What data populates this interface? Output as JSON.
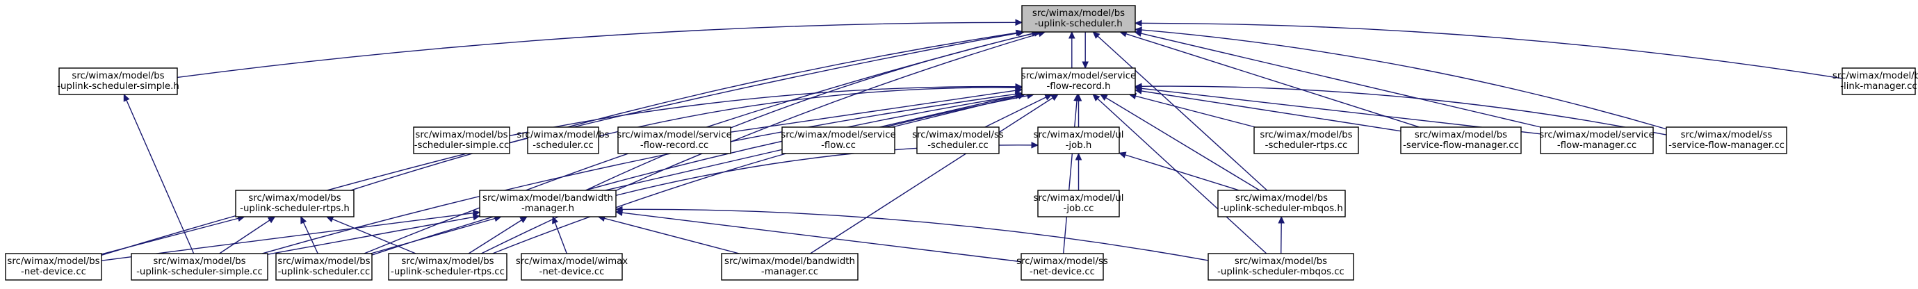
{
  "nodes": [
    {
      "id": "root",
      "lines": [
        "src/wimax/model/bs",
        "-uplink-scheduler.h"
      ],
      "root": true
    },
    {
      "id": "sfr",
      "lines": [
        "src/wimax/model/service",
        "-flow-record.h"
      ]
    },
    {
      "id": "simpleh",
      "lines": [
        "src/wimax/model/bs",
        "-uplink-scheduler-simple.h"
      ]
    },
    {
      "id": "linkmgr",
      "lines": [
        "src/wimax/model/bs",
        "-link-manager.cc"
      ]
    },
    {
      "id": "bssched_simple",
      "lines": [
        "src/wimax/model/bs",
        "-scheduler-simple.cc"
      ]
    },
    {
      "id": "bssched",
      "lines": [
        "src/wimax/model/bs",
        "-scheduler.cc"
      ]
    },
    {
      "id": "sfr_cc",
      "lines": [
        "src/wimax/model/service",
        "-flow-record.cc"
      ]
    },
    {
      "id": "sf_cc",
      "lines": [
        "src/wimax/model/service",
        "-flow.cc"
      ]
    },
    {
      "id": "ssched",
      "lines": [
        "src/wimax/model/ss",
        "-scheduler.cc"
      ]
    },
    {
      "id": "uljob_h",
      "lines": [
        "src/wimax/model/ul",
        "-job.h"
      ]
    },
    {
      "id": "rtps_cc_top",
      "lines": [
        "src/wimax/model/bs",
        "-scheduler-rtps.cc"
      ]
    },
    {
      "id": "bs_sfm",
      "lines": [
        "src/wimax/model/bs",
        "-service-flow-manager.cc"
      ]
    },
    {
      "id": "sfm",
      "lines": [
        "src/wimax/model/service",
        "-flow-manager.cc"
      ]
    },
    {
      "id": "ss_sfm",
      "lines": [
        "src/wimax/model/ss",
        "-service-flow-manager.cc"
      ]
    },
    {
      "id": "rtps_h",
      "lines": [
        "src/wimax/model/bs",
        "-uplink-scheduler-rtps.h"
      ]
    },
    {
      "id": "bw_h",
      "lines": [
        "src/wimax/model/bandwidth",
        "-manager.h"
      ]
    },
    {
      "id": "uljob_cc",
      "lines": [
        "src/wimax/model/ul",
        "-job.cc"
      ]
    },
    {
      "id": "mbqos_h",
      "lines": [
        "src/wimax/model/bs",
        "-uplink-scheduler-mbqos.h"
      ]
    },
    {
      "id": "bsnet",
      "lines": [
        "src/wimax/model/bs",
        "-net-device.cc"
      ]
    },
    {
      "id": "simple_cc",
      "lines": [
        "src/wimax/model/bs",
        "-uplink-scheduler-simple.cc"
      ]
    },
    {
      "id": "upsched_cc",
      "lines": [
        "src/wimax/model/bs",
        "-uplink-scheduler.cc"
      ]
    },
    {
      "id": "rtps_cc",
      "lines": [
        "src/wimax/model/bs",
        "-uplink-scheduler-rtps.cc"
      ]
    },
    {
      "id": "wimaxnet",
      "lines": [
        "src/wimax/model/wimax",
        "-net-device.cc"
      ]
    },
    {
      "id": "bw_cc",
      "lines": [
        "src/wimax/model/bandwidth",
        "-manager.cc"
      ]
    },
    {
      "id": "ssnet",
      "lines": [
        "src/wimax/model/ss",
        "-net-device.cc"
      ]
    },
    {
      "id": "mbqos_cc",
      "lines": [
        "src/wimax/model/bs",
        "-uplink-scheduler-mbqos.cc"
      ]
    }
  ],
  "edges": [
    [
      "sfr",
      "root"
    ],
    [
      "simpleh",
      "root"
    ],
    [
      "linkmgr",
      "root"
    ],
    [
      "rtps_h",
      "root"
    ],
    [
      "bw_h",
      "root"
    ],
    [
      "bs_sfm",
      "root"
    ],
    [
      "sfm",
      "root"
    ],
    [
      "ss_sfm",
      "root"
    ],
    [
      "mbqos_h",
      "root"
    ],
    [
      "bsnet",
      "root"
    ],
    [
      "upsched_cc",
      "root"
    ],
    [
      "rtps_cc",
      "root"
    ],
    [
      "root",
      "sfr"
    ],
    [
      "bssched_simple",
      "sfr"
    ],
    [
      "bssched",
      "sfr"
    ],
    [
      "sfr_cc",
      "sfr"
    ],
    [
      "sf_cc",
      "sfr"
    ],
    [
      "ssched",
      "sfr"
    ],
    [
      "uljob_h",
      "sfr"
    ],
    [
      "rtps_cc_top",
      "sfr"
    ],
    [
      "bs_sfm",
      "sfr"
    ],
    [
      "sfm",
      "sfr"
    ],
    [
      "ss_sfm",
      "sfr"
    ],
    [
      "mbqos_h",
      "sfr"
    ],
    [
      "bw_h",
      "sfr"
    ],
    [
      "simple_cc",
      "sfr"
    ],
    [
      "upsched_cc",
      "sfr"
    ],
    [
      "rtps_cc",
      "sfr"
    ],
    [
      "bw_cc",
      "sfr"
    ],
    [
      "ssnet",
      "sfr"
    ],
    [
      "mbqos_cc",
      "sfr"
    ],
    [
      "bw_h",
      "uljob_h"
    ],
    [
      "uljob_cc",
      "uljob_h"
    ],
    [
      "mbqos_h",
      "uljob_h"
    ],
    [
      "simple_cc",
      "simpleh"
    ],
    [
      "rtps_cc",
      "rtps_h"
    ],
    [
      "bsnet",
      "rtps_h"
    ],
    [
      "bsnet",
      "bw_h"
    ],
    [
      "simple_cc",
      "bw_h"
    ],
    [
      "upsched_cc",
      "bw_h"
    ],
    [
      "rtps_cc",
      "bw_h"
    ],
    [
      "wimaxnet",
      "bw_h"
    ],
    [
      "bw_cc",
      "bw_h"
    ],
    [
      "ssnet",
      "bw_h"
    ],
    [
      "mbqos_cc",
      "bw_h"
    ],
    [
      "mbqos_cc",
      "mbqos_h"
    ],
    [
      "upsched_cc",
      "rtps_h"
    ],
    [
      "simple_cc",
      "rtps_h"
    ]
  ],
  "colors": {
    "edge": "#191970",
    "root_fill": "#bfbfbf",
    "node_fill": "#ffffff",
    "border": "#000000"
  }
}
